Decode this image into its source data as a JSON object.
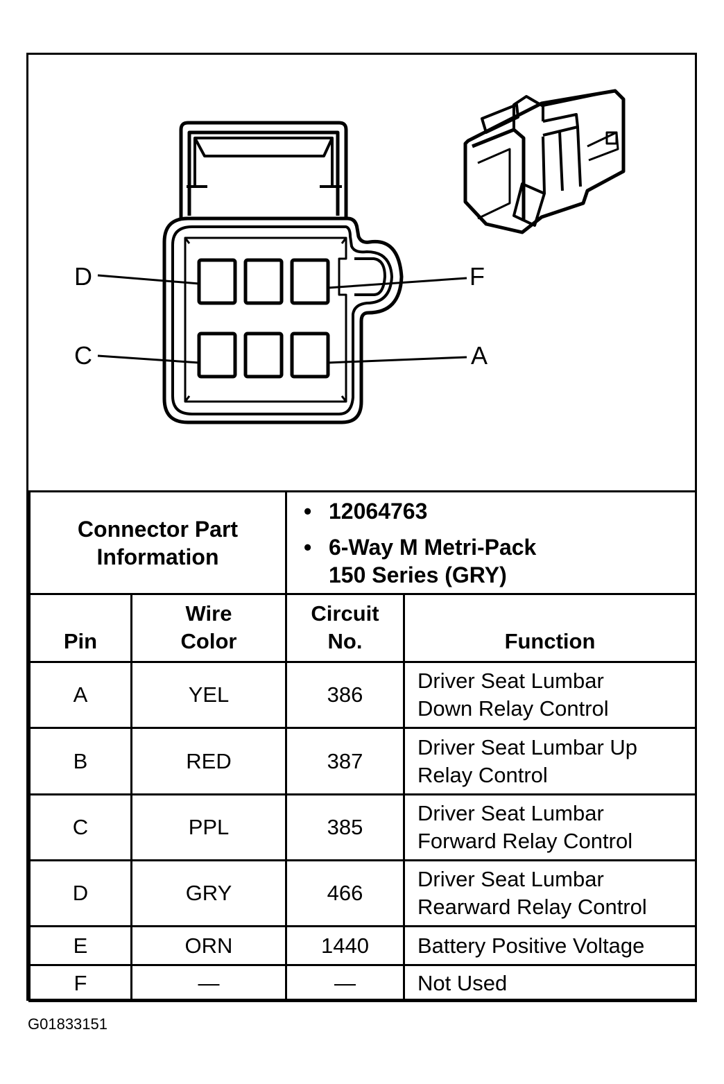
{
  "diagram": {
    "pin_labels": {
      "d": "D",
      "f": "F",
      "c": "C",
      "a": "A"
    }
  },
  "connector_info": {
    "label_line1": "Connector Part",
    "label_line2": "Information",
    "part_number": "12064763",
    "description_line1": "6-Way M Metri-Pack",
    "description_line2": "150 Series (GRY)",
    "bullet": "•"
  },
  "pin_table": {
    "headers": {
      "pin": "Pin",
      "wire_color_line1": "Wire",
      "wire_color_line2": "Color",
      "circuit_line1": "Circuit",
      "circuit_line2": "No.",
      "function": "Function"
    },
    "rows": [
      {
        "pin": "A",
        "color": "YEL",
        "circuit": "386",
        "function_line1": "Driver Seat Lumbar",
        "function_line2": "Down Relay Control"
      },
      {
        "pin": "B",
        "color": "RED",
        "circuit": "387",
        "function_line1": "Driver Seat Lumbar Up",
        "function_line2": "Relay Control"
      },
      {
        "pin": "C",
        "color": "PPL",
        "circuit": "385",
        "function_line1": "Driver Seat Lumbar",
        "function_line2": "Forward Relay Control"
      },
      {
        "pin": "D",
        "color": "GRY",
        "circuit": "466",
        "function_line1": "Driver Seat Lumbar",
        "function_line2": "Rearward Relay Control"
      },
      {
        "pin": "E",
        "color": "ORN",
        "circuit": "1440",
        "function_line1": "Battery Positive Voltage"
      },
      {
        "pin": "F",
        "color": "—",
        "circuit": "—",
        "function_line1": "Not Used"
      }
    ]
  },
  "figure_id": "G01833151"
}
